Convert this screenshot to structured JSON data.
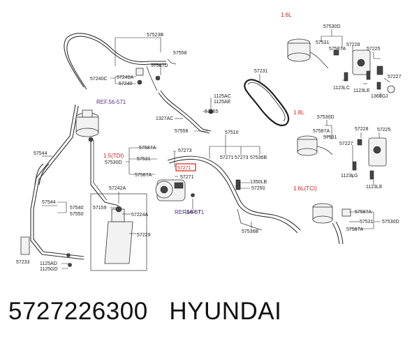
{
  "footer": {
    "part_number": "5727226300",
    "brand": "HYUNDAI"
  },
  "variants": {
    "v16": "1.6L",
    "v18": "1.8L",
    "v15tdi": "1.5(TDI)",
    "v16tci": "1.6L(TCI)"
  },
  "refs": {
    "ref_top": "REF.56-571",
    "ref_bottom": "REF.56-571"
  },
  "labels": {
    "l57523B": "57523B",
    "l57558a": "57558",
    "l57587D": "57587D",
    "l57240C": "57240C",
    "l57240A": "57240A",
    "l57240": "57240",
    "l1125AC": "1125AC",
    "l1125AE": "1125AE",
    "l57265": "57265",
    "l1327AC": "1327AC",
    "l57558b": "57558",
    "l57231": "57231",
    "l57510": "57510",
    "l57271a": "57271",
    "l57273a": "57273",
    "l57536Ba": "57536B",
    "l57544a": "57544",
    "l57587Aa": "57587A",
    "l57531a": "57531",
    "l57530Da": "57530D",
    "l57587Ab": "57587A",
    "l57273b": "57273",
    "l57271hl": "57271",
    "l57271b": "57271",
    "l57242A": "57242A",
    "l1350LB": "1350LB",
    "l57250": "57250",
    "l1140FT": "1140FT",
    "l57544b": "57544",
    "l57540": "57540",
    "l57550": "57550",
    "l57159": "57159",
    "l57224A": "57224A",
    "l57229": "57229",
    "l57233": "57233",
    "l1125AD": "1125AD",
    "l1125GD": "1125GD",
    "l57536Bb": "57536B",
    "l57530Db": "57530D",
    "l57531b": "57531",
    "l57587Ac": "57587A",
    "l57228a": "57228",
    "l57225a": "57225",
    "l1123LC": "1123LC",
    "l1123LE_a": "1123LE",
    "l57227a": "57227",
    "l1360GJ": "1360GJ",
    "l57530Dc": "57530D",
    "l57587Ad": "57587A",
    "l57531c": "57531",
    "l57228b": "57228",
    "l57225b": "57225",
    "l57227b": "57227",
    "l1123LG": "1123LG",
    "l1123LE_b": "1123LE",
    "l57587Ae": "57587A",
    "l57531d": "57531",
    "l57530Dd": "57530D",
    "l57587Af": "57587A"
  },
  "highlight_color": "#d0201a",
  "variant_color": "#c8201c",
  "ref_color": "#5a2a8a"
}
